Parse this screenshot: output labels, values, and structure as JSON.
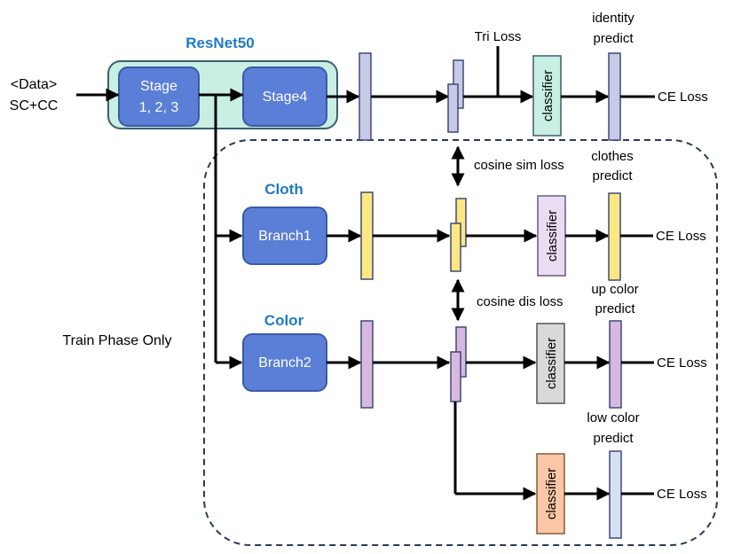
{
  "diagram": {
    "input": {
      "line1": "<Data>",
      "line2": "SC+CC"
    },
    "backbone": {
      "title": "ResNet50",
      "stage123": {
        "line1": "Stage",
        "line2": "1, 2, 3"
      },
      "stage4": "Stage4"
    },
    "branches": {
      "cloth": {
        "title": "Cloth",
        "label": "Branch1"
      },
      "color": {
        "title": "Color",
        "label": "Branch2"
      }
    },
    "classifier_label": "classifier",
    "losses": {
      "tri": "Tri Loss",
      "ce": "CE Loss",
      "cosine_sim": "cosine sim loss",
      "cosine_dis": "cosine dis loss"
    },
    "predicts": {
      "identity": {
        "line1": "identity",
        "line2": "predict"
      },
      "clothes": {
        "line1": "clothes",
        "line2": "predict"
      },
      "up_color": {
        "line1": "up color",
        "line2": "predict"
      },
      "low_color": {
        "line1": "low color",
        "line2": "predict"
      }
    },
    "train_phase": "Train Phase Only",
    "colors": {
      "backbone_fill": "#c9efe3",
      "backbone_stroke": "#3a5f6f",
      "stage_fill": "#5b7fd6",
      "stage_stroke": "#3b5aa8",
      "title_blue": "#1f7ac6",
      "feat_blue": "#c8cbe6",
      "feat_yellow": "#fbe882",
      "feat_purple": "#d7b9e0",
      "feat_lightblue": "#d6e0f4",
      "clf_green": "#c9efe3",
      "clf_lavender": "#eadcf1",
      "clf_gray": "#d9d9d9",
      "clf_orange": "#f9c6a6",
      "dashed_stroke": "#2a3a5a"
    }
  }
}
